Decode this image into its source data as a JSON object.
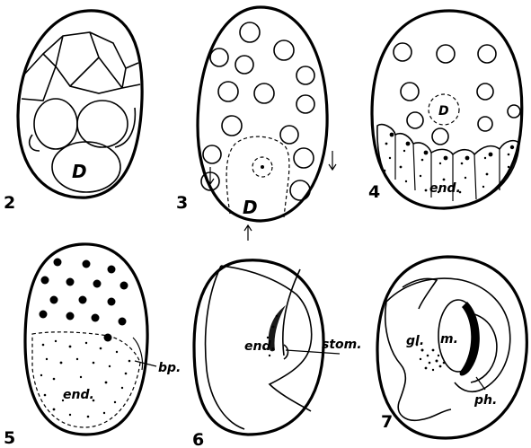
{
  "figures": [
    {
      "number": "2",
      "labels": {
        "blastomere": "D"
      }
    },
    {
      "number": "3",
      "labels": {
        "blastomere": "D"
      }
    },
    {
      "number": "4",
      "labels": {
        "blastomere": "D",
        "endoderm": "end."
      }
    },
    {
      "number": "5",
      "labels": {
        "endoderm": "end.",
        "blastopore": "bp."
      }
    },
    {
      "number": "6",
      "labels": {
        "endoderm": "end.",
        "stomodaeum": "stom."
      }
    },
    {
      "number": "7",
      "labels": {
        "gland": "gl.",
        "muscle": "m.",
        "pharynx": "ph."
      }
    }
  ],
  "colors": {
    "ink": "#000000",
    "paper": "#ffffff"
  }
}
